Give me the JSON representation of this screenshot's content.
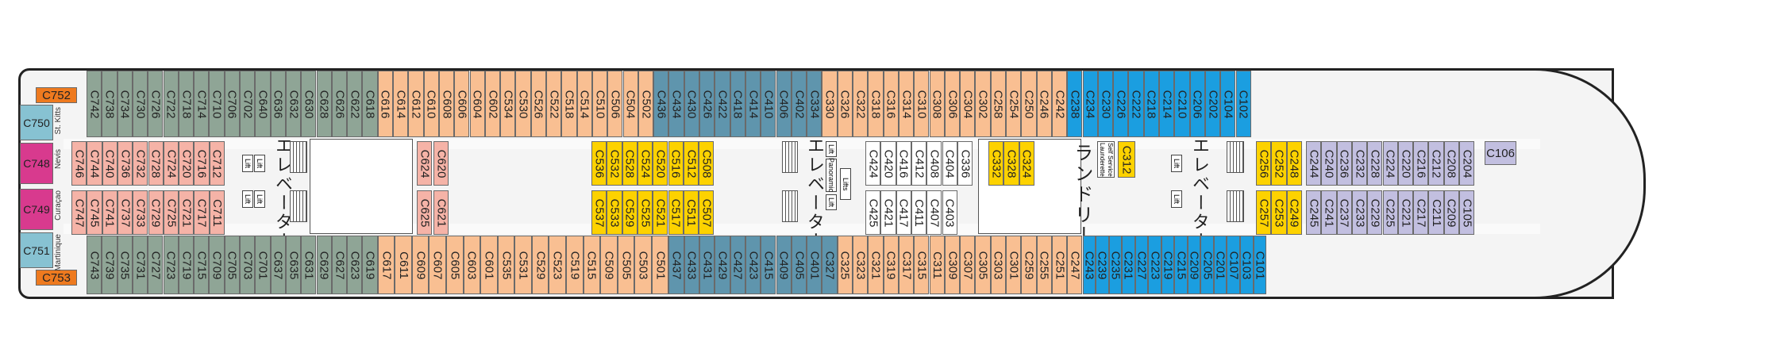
{
  "colors": {
    "grey": "#8fa596",
    "orange": "#f9bf92",
    "teal": "#5f95ad",
    "blue": "#1b9ee0",
    "pink": "#f5b3a7",
    "magenta": "#d83a8e",
    "yellow": "#fdd200",
    "lavender": "#c2bfe0",
    "suite_orange": "#ee7a1f",
    "light_teal": "#87c2d2"
  },
  "labels": {
    "elevator_jp": "エレベーター",
    "laundry_jp": "ランドリー",
    "lift": "Lift",
    "lifts": "Lifts",
    "panoramic": "Panoramic",
    "self_service": "Self Service Launderette",
    "st_kitts": "St. Kitts",
    "nevis": "Nevis",
    "curacao": "Curaçao",
    "martinique": "Martinique"
  },
  "cabins": {
    "c752": "C752",
    "c750": "C750",
    "c748": "C748",
    "c749": "C749",
    "c751": "C751",
    "c753": "C753",
    "top_grey": [
      "C742",
      "C738",
      "C734",
      "C730",
      "C726",
      "C722",
      "C718",
      "C714",
      "C710",
      "C706",
      "C702",
      "C640",
      "C636",
      "C632",
      "C630",
      "C628",
      "C626",
      "C622",
      "C618"
    ],
    "top_orange_a": [
      "C616",
      "C614",
      "C612",
      "C610",
      "C608",
      "C606",
      "C604",
      "C602",
      "C534",
      "C530",
      "C526",
      "C522",
      "C518",
      "C514",
      "C510",
      "C506",
      "C504",
      "C502"
    ],
    "top_teal": [
      "C436",
      "C434",
      "C430",
      "C426",
      "C422",
      "C418",
      "C414",
      "C410",
      "C406",
      "C402",
      "C334"
    ],
    "top_orange_b": [
      "C330",
      "C326",
      "C322",
      "C318",
      "C316",
      "C314",
      "C310",
      "C308",
      "C306",
      "C304",
      "C302",
      "C258",
      "C254",
      "C250",
      "C246",
      "C242"
    ],
    "top_blue": [
      "C238",
      "C234",
      "C230",
      "C226",
      "C222",
      "C218",
      "C214",
      "C210",
      "C206",
      "C202",
      "C104",
      "C102"
    ],
    "bot_grey": [
      "C743",
      "C739",
      "C735",
      "C731",
      "C727",
      "C723",
      "C719",
      "C715",
      "C709",
      "C705",
      "C703",
      "C701",
      "C637",
      "C635",
      "C631",
      "C629",
      "C627",
      "C623",
      "C619"
    ],
    "bot_orange_a": [
      "C617",
      "C611",
      "C609",
      "C607",
      "C605",
      "C603",
      "C601",
      "C535",
      "C531",
      "C529",
      "C523",
      "C519",
      "C515",
      "C509",
      "C505",
      "C503",
      "C501"
    ],
    "bot_teal": [
      "C437",
      "C433",
      "C431",
      "C429",
      "C427",
      "C423",
      "C415",
      "C409",
      "C405",
      "C401",
      "C327"
    ],
    "bot_orange_b": [
      "C325",
      "C323",
      "C321",
      "C319",
      "C317",
      "C315",
      "C311",
      "C309",
      "C307",
      "C305",
      "C303",
      "C301",
      "C259",
      "C255",
      "C251",
      "C247"
    ],
    "bot_blue": [
      "C243",
      "C239",
      "C235",
      "C231",
      "C227",
      "C223",
      "C219",
      "C215",
      "C209",
      "C205",
      "C201",
      "C107",
      "C103",
      "C101"
    ],
    "inner_pink_top": [
      "C746",
      "C744",
      "C740",
      "C736",
      "C732",
      "C728",
      "C724",
      "C720",
      "C716",
      "C712"
    ],
    "inner_pink_bot": [
      "C747",
      "C745",
      "C741",
      "C737",
      "C733",
      "C729",
      "C725",
      "C721",
      "C717",
      "C711"
    ],
    "c620": "C620",
    "c624": "C624",
    "c621": "C621",
    "c625": "C625",
    "yellow_top_a": [
      "C536",
      "C532",
      "C528",
      "C524",
      "C520",
      "C516",
      "C512",
      "C508"
    ],
    "yellow_bot_a": [
      "C537",
      "C533",
      "C529",
      "C525",
      "C521",
      "C517",
      "C511",
      "C507"
    ],
    "mid_top": [
      "C424",
      "C420",
      "C416",
      "C412",
      "C408",
      "C404",
      "C336"
    ],
    "mid_bot": [
      "C425",
      "C421",
      "C417",
      "C411",
      "C407",
      "C403"
    ],
    "yellow_top_b": [
      "C332",
      "C328",
      "C324"
    ],
    "c312": "C312",
    "yellow_top_c": [
      "C256",
      "C252",
      "C248"
    ],
    "yellow_bot_c": [
      "C257",
      "C253",
      "C249"
    ],
    "lav_top": [
      "C244",
      "C240",
      "C236",
      "C232",
      "C228",
      "C224",
      "C220",
      "C216",
      "C212",
      "C208",
      "C204"
    ],
    "lav_bot": [
      "C245",
      "C241",
      "C237",
      "C233",
      "C229",
      "C225",
      "C221",
      "C217",
      "C211",
      "C209",
      "C105"
    ],
    "c106": "C106"
  }
}
